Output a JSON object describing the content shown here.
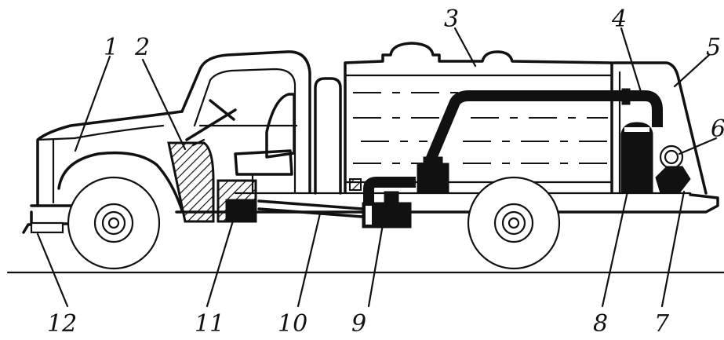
{
  "figure": {
    "labels": [
      {
        "id": "1",
        "text": "1"
      },
      {
        "id": "2",
        "text": "2"
      },
      {
        "id": "3",
        "text": "3"
      },
      {
        "id": "4",
        "text": "4"
      },
      {
        "id": "5",
        "text": "5"
      },
      {
        "id": "6",
        "text": "6"
      },
      {
        "id": "7",
        "text": "7"
      },
      {
        "id": "8",
        "text": "8"
      },
      {
        "id": "9",
        "text": "9"
      },
      {
        "id": "10",
        "text": "10"
      },
      {
        "id": "11",
        "text": "11"
      },
      {
        "id": "12",
        "text": "12"
      }
    ],
    "colors": {
      "ink": "#111111",
      "paper": "#ffffff"
    }
  }
}
